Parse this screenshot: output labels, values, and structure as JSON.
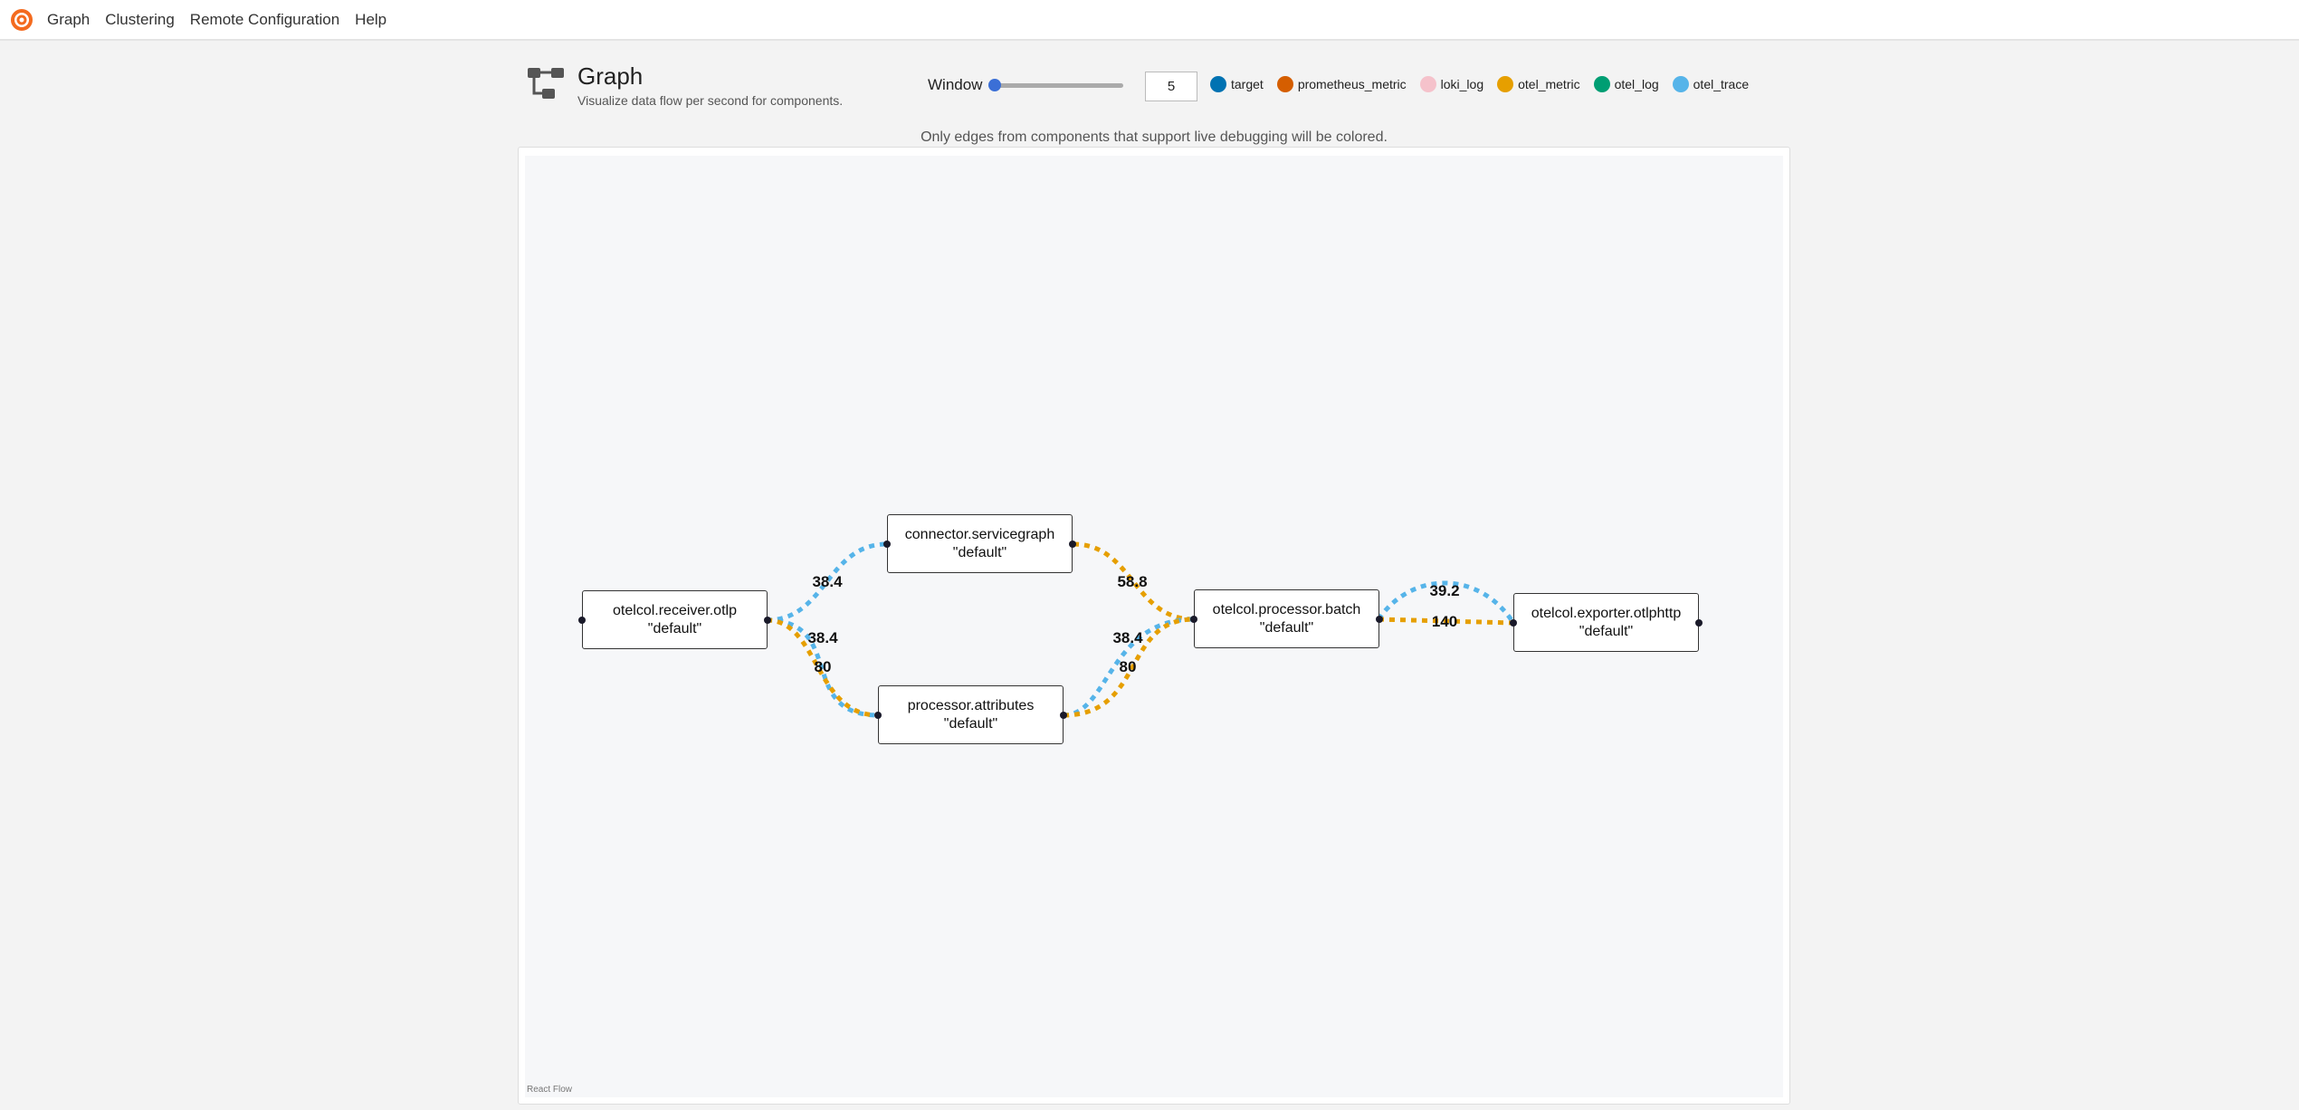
{
  "nav": {
    "items": [
      "Graph",
      "Clustering",
      "Remote Configuration",
      "Help"
    ]
  },
  "header": {
    "title": "Graph",
    "subtitle": "Visualize data flow per second for components.",
    "icon": "graph-icon"
  },
  "window": {
    "label": "Window",
    "value": "5",
    "slider_fraction": 0.0
  },
  "legend": [
    {
      "label": "target",
      "color": "#0072B2"
    },
    {
      "label": "prometheus_metric",
      "color": "#D55E00"
    },
    {
      "label": "loki_log",
      "color": "#F5C2CB"
    },
    {
      "label": "otel_metric",
      "color": "#E69F00"
    },
    {
      "label": "otel_log",
      "color": "#009E73"
    },
    {
      "label": "otel_trace",
      "color": "#56B4E9"
    }
  ],
  "note": "Only edges from components that support live debugging will be colored.",
  "nodes": [
    {
      "name": "otelcol.receiver.otlp",
      "label": "\"default\""
    },
    {
      "name": "connector.servicegraph",
      "label": "\"default\""
    },
    {
      "name": "processor.attributes",
      "label": "\"default\""
    },
    {
      "name": "otelcol.processor.batch",
      "label": "\"default\""
    },
    {
      "name": "otelcol.exporter.otlphttp",
      "label": "\"default\""
    }
  ],
  "edges": [
    {
      "from": "otelcol.receiver.otlp",
      "to": "connector.servicegraph",
      "type": "otel_trace",
      "value": "38.4"
    },
    {
      "from": "otelcol.receiver.otlp",
      "to": "processor.attributes",
      "type": "otel_trace",
      "value": "38.4"
    },
    {
      "from": "otelcol.receiver.otlp",
      "to": "processor.attributes",
      "type": "otel_metric",
      "value": "80"
    },
    {
      "from": "connector.servicegraph",
      "to": "otelcol.processor.batch",
      "type": "otel_metric",
      "value": "58.8"
    },
    {
      "from": "processor.attributes",
      "to": "otelcol.processor.batch",
      "type": "otel_trace",
      "value": "38.4"
    },
    {
      "from": "processor.attributes",
      "to": "otelcol.processor.batch",
      "type": "otel_metric",
      "value": "80"
    },
    {
      "from": "otelcol.processor.batch",
      "to": "otelcol.exporter.otlphttp",
      "type": "otel_trace",
      "value": "39.2"
    },
    {
      "from": "otelcol.processor.batch",
      "to": "otelcol.exporter.otlphttp",
      "type": "otel_metric",
      "value": "140"
    }
  ],
  "attribution": "React Flow"
}
